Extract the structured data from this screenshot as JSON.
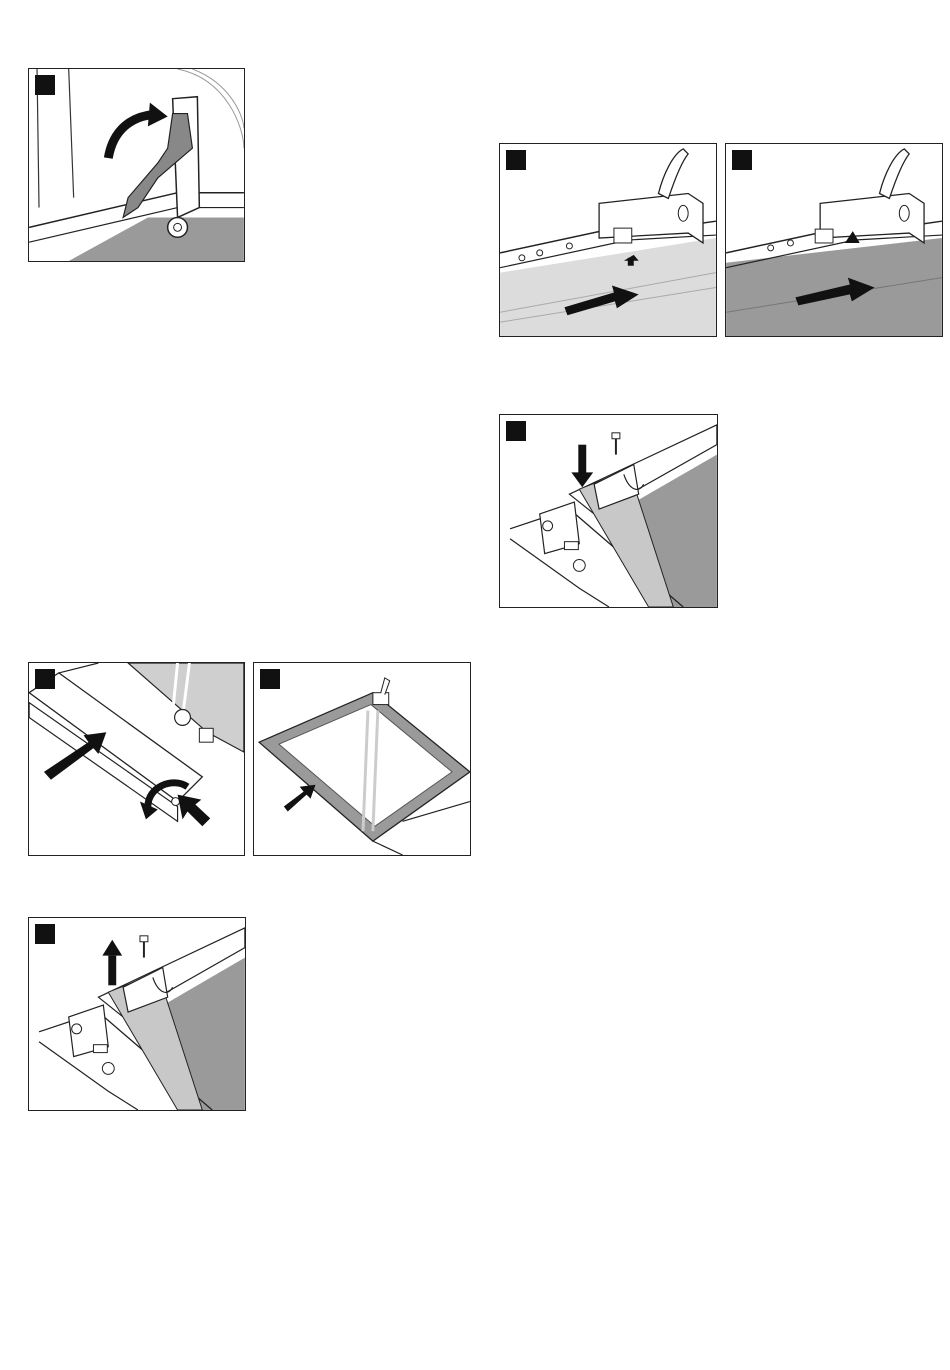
{
  "page": {
    "figures": [
      {
        "id": "fig-hinge-lever",
        "step_marker": "",
        "description_icon": "hinge-lever-up-icon"
      },
      {
        "id": "fig-rail-slide-left",
        "step_marker": "",
        "description_icon": "rail-slide-icon"
      },
      {
        "id": "fig-rail-slide-right",
        "step_marker": "",
        "description_icon": "rail-slide-icon"
      },
      {
        "id": "fig-clip-screw-down",
        "step_marker": "",
        "description_icon": "screw-insert-icon"
      },
      {
        "id": "fig-door-trim-remove",
        "step_marker": "",
        "description_icon": "trim-remove-icon"
      },
      {
        "id": "fig-glass-pane-remove",
        "step_marker": "",
        "description_icon": "glass-pane-icon"
      },
      {
        "id": "fig-clip-screw-up",
        "step_marker": "",
        "description_icon": "screw-remove-icon"
      }
    ],
    "colors": {
      "frame": "#222222",
      "fill_gray": "#9a9a9a",
      "fill_light": "#d8d8d8",
      "badge": "#111111"
    }
  }
}
